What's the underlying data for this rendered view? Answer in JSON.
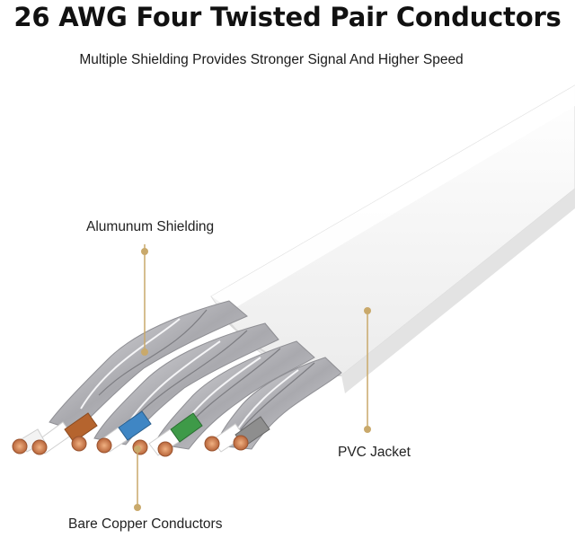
{
  "title": "26 AWG Four Twisted Pair Conductors",
  "subtitle": "Multiple Shielding Provides Stronger Signal And Higher Speed",
  "labels": {
    "shielding": "Alumunum Shielding",
    "jacket": "PVC Jacket",
    "copper": "Bare Copper Conductors"
  },
  "colors": {
    "callout": "#c9a96b",
    "jacket": "#f4f4f4",
    "foil": "#b9b9bd",
    "copper": "#c8784a",
    "pair_colors": [
      "#b5642e",
      "#3f86c4",
      "#3e9a48",
      "#8e8e8e"
    ]
  }
}
